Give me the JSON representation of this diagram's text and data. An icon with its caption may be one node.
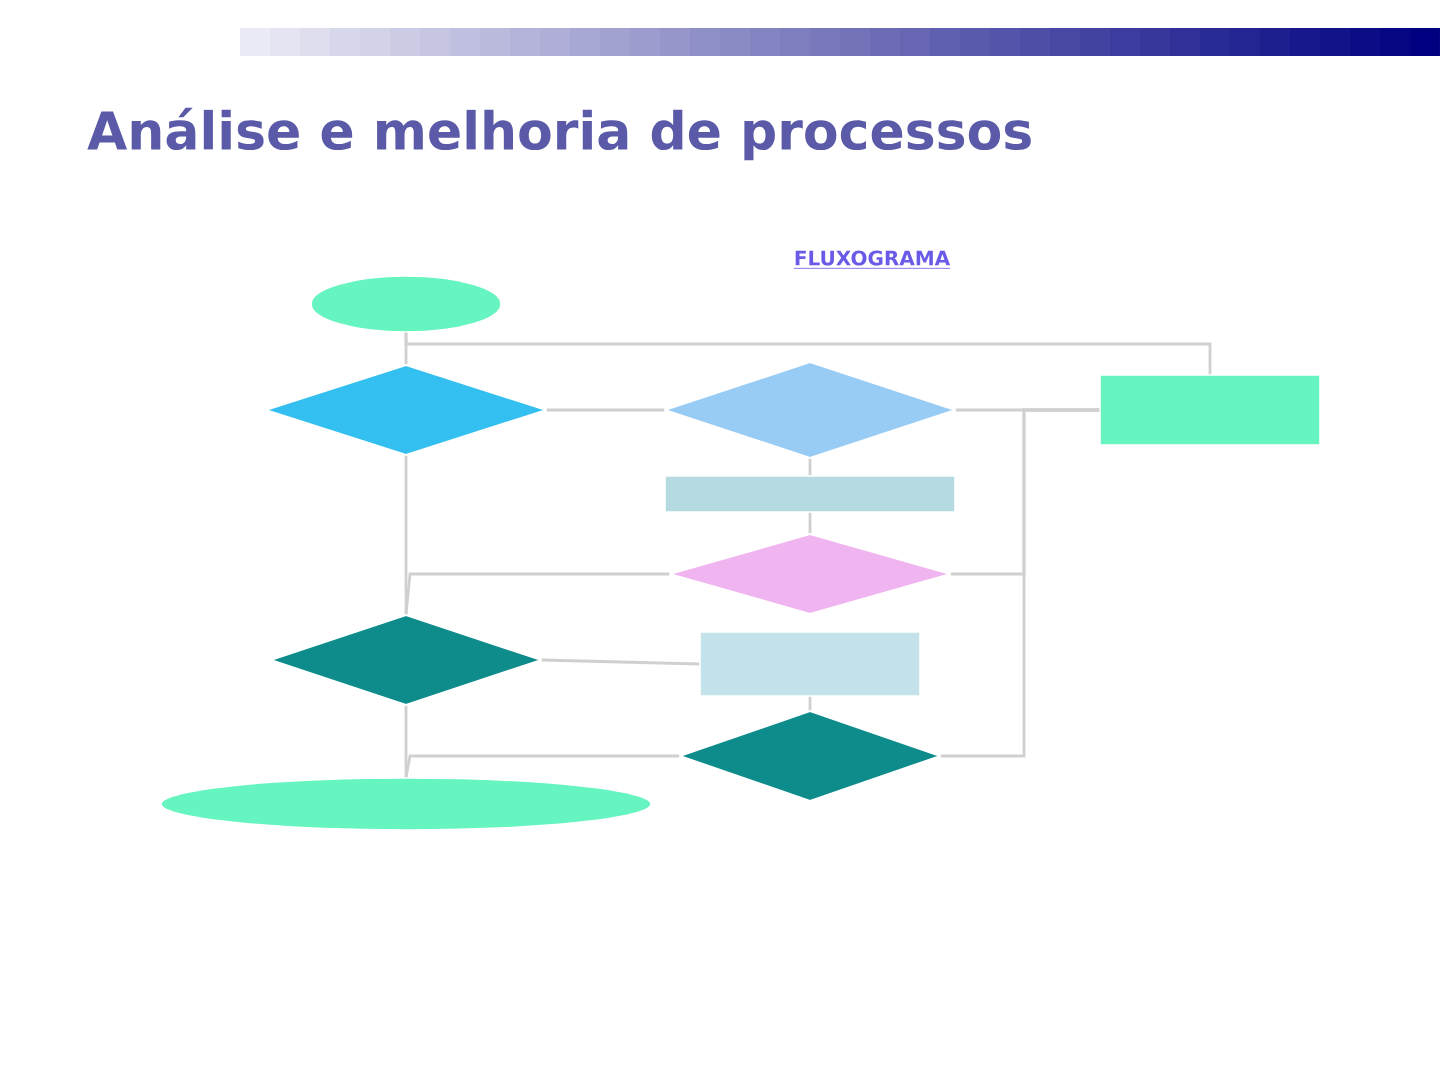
{
  "diagram": {
    "title": "Análise e melhoria de processos",
    "nodes": [
      {
        "text": [],
        "shape": "ellipse"
      },
      {
        "text": [],
        "shape": "diamond"
      },
      {
        "text": [],
        "shape": "diamond"
      },
      {
        "text": [],
        "shape": "box"
      },
      {
        "text": [],
        "shape": "box"
      },
      {
        "text": [],
        "shape": "diamond"
      },
      {
        "text": [],
        "shape": "diamond"
      },
      {
        "text": [],
        "shape": "box"
      },
      {
        "text": [],
        "shape": "diamond"
      },
      {
        "text": [],
        "shape": "ellipse"
      }
    ],
    "edges": [
      {
        "from": 0,
        "to": 1,
        "arrow": "none"
      },
      {
        "from": 0,
        "to": 3,
        "arrow": "none"
      },
      {
        "from": 1,
        "to": 2,
        "arrow": "none"
      },
      {
        "from": 2,
        "to": 3,
        "arrow": "none"
      },
      {
        "from": 2,
        "to": 4,
        "arrow": "none"
      },
      {
        "from": 4,
        "to": 5,
        "arrow": "none"
      },
      {
        "from": 5,
        "to": 6,
        "arrow": "none"
      },
      {
        "from": 5,
        "to": 3,
        "arrow": "none"
      },
      {
        "from": 1,
        "to": 6,
        "arrow": "none"
      },
      {
        "from": 6,
        "to": 7,
        "arrow": "none"
      },
      {
        "from": 7,
        "to": 8,
        "arrow": "none"
      },
      {
        "from": 8,
        "to": 3,
        "arrow": "none"
      },
      {
        "from": 8,
        "to": 9,
        "arrow": "none"
      },
      {
        "from": 6,
        "to": 9,
        "arrow": "none"
      }
    ],
    "labels": [
      "FLUXOGRAMA"
    ]
  }
}
